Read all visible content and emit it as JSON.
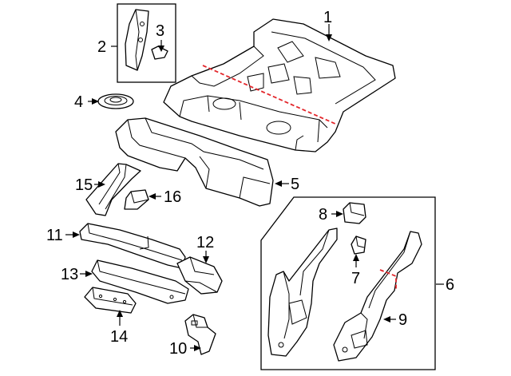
{
  "callouts": {
    "c1": "1",
    "c2": "2",
    "c3": "3",
    "c4": "4",
    "c5": "5",
    "c6": "6",
    "c7": "7",
    "c8": "8",
    "c9": "9",
    "c10": "10",
    "c11": "11",
    "c12": "12",
    "c13": "13",
    "c14": "14",
    "c15": "15",
    "c16": "16"
  },
  "colors": {
    "line": "#000000",
    "cut_line": "#e3262b",
    "background": "#ffffff"
  }
}
